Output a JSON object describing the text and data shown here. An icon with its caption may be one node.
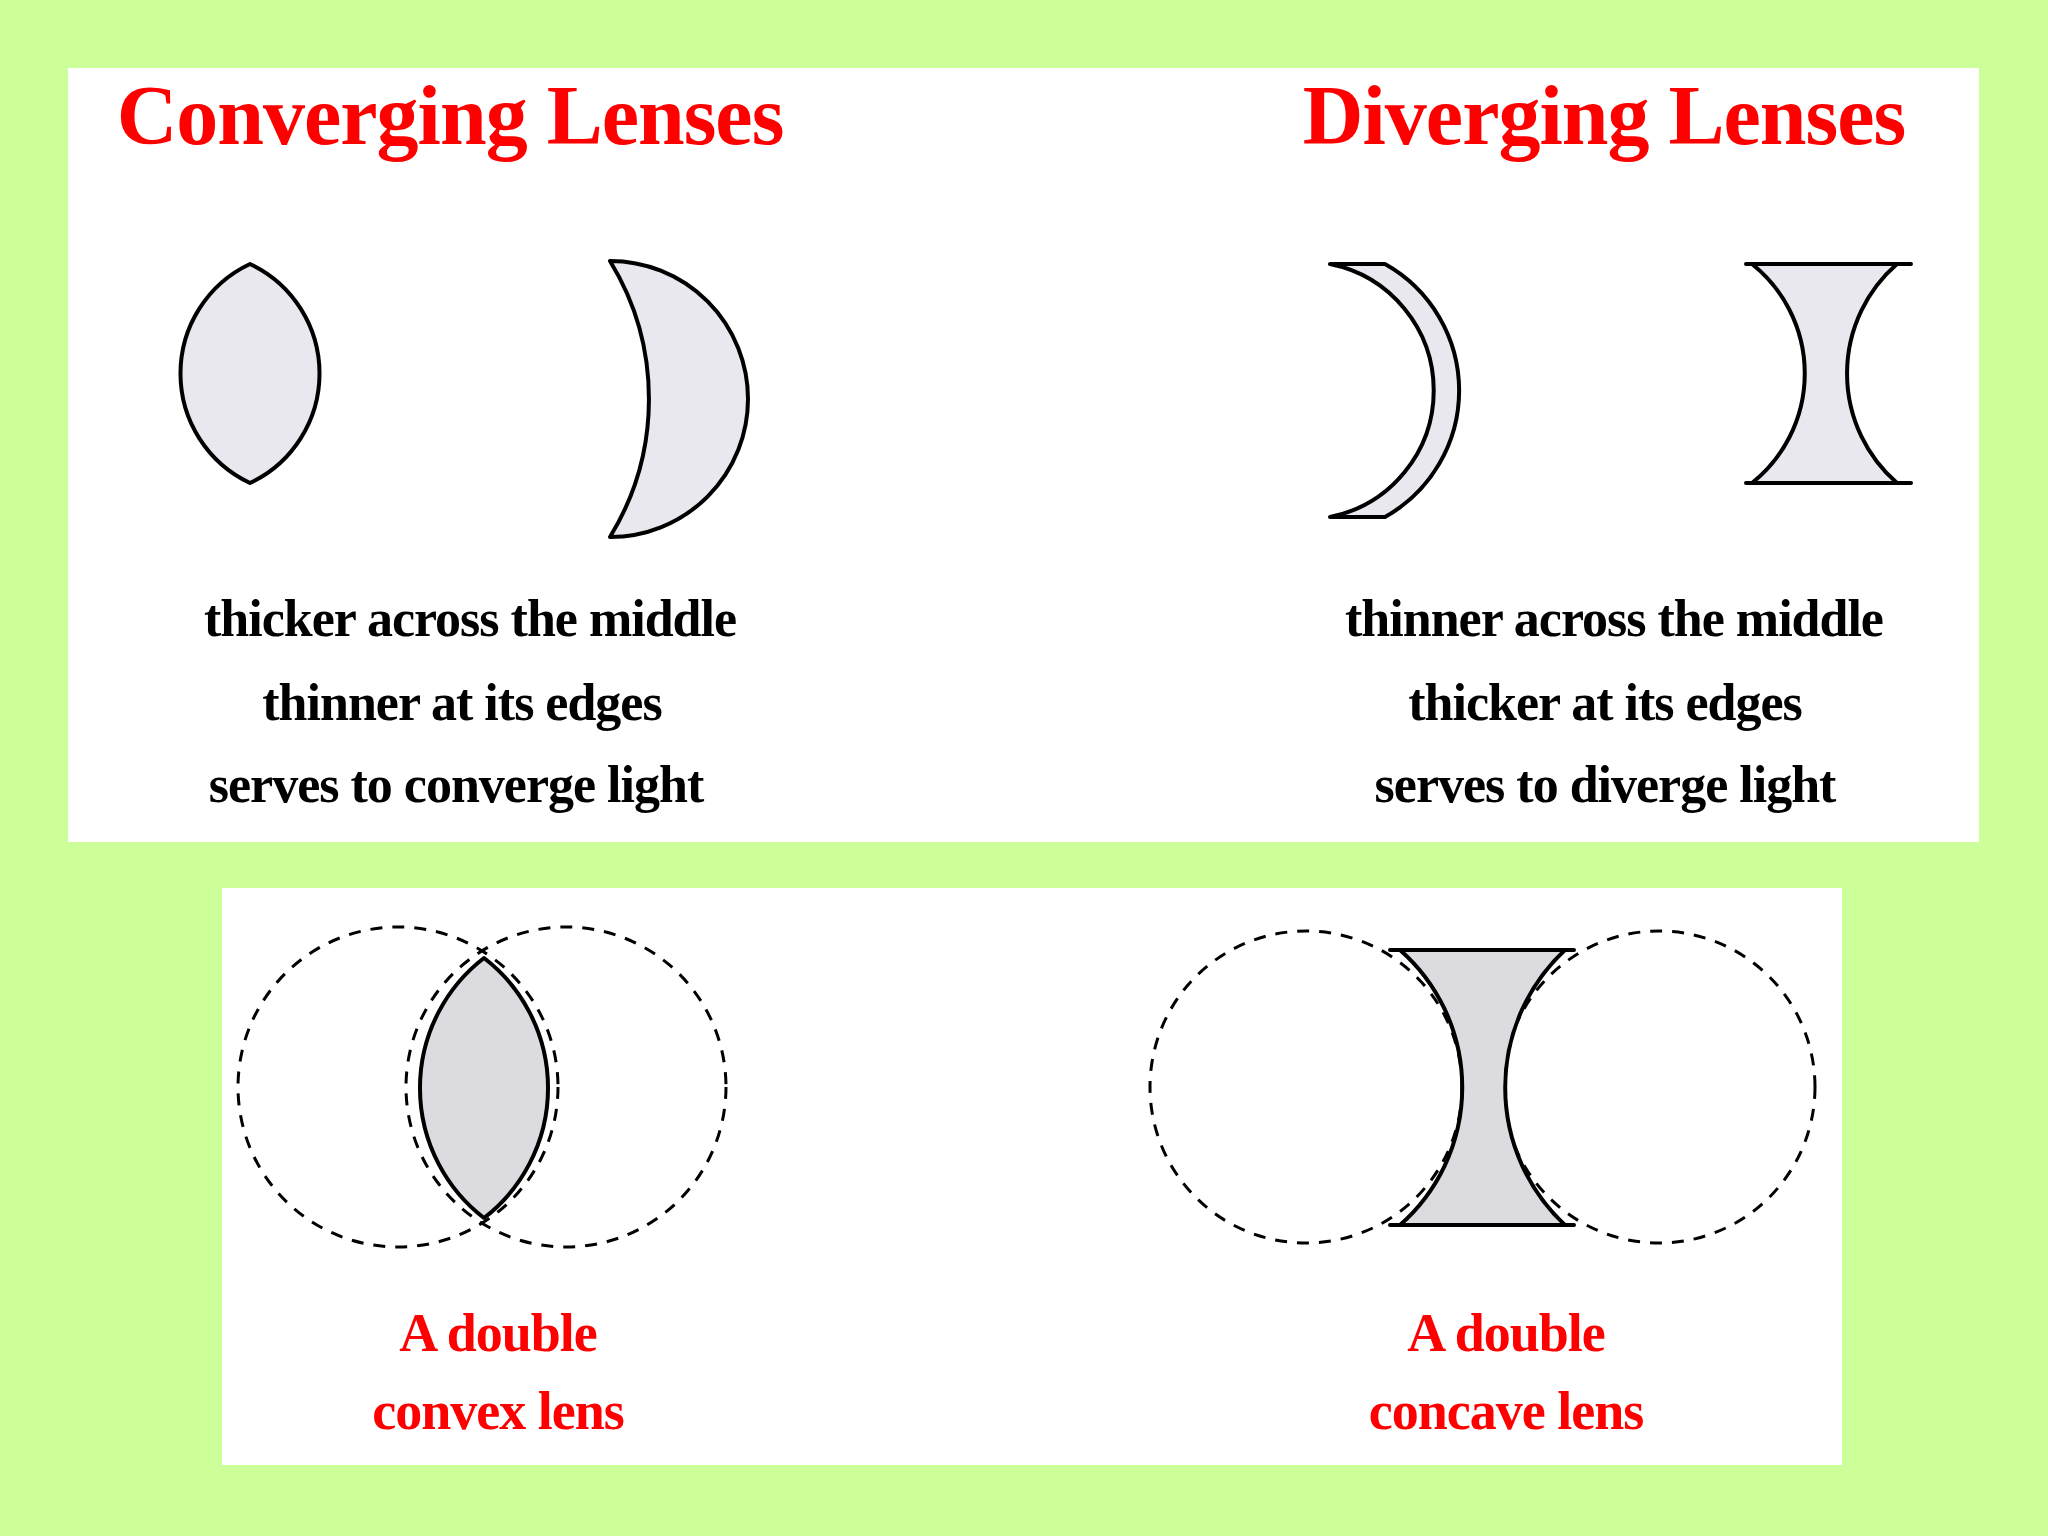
{
  "diagram": {
    "labels": [
      "Converging Lenses",
      "Diverging Lenses",
      "thicker across the middle",
      "thinner at its edges",
      "serves to converge light",
      "thinner across the middle",
      "thicker at its edges",
      "serves to diverge light",
      "A double convex lens",
      "A double concave lens"
    ]
  }
}
